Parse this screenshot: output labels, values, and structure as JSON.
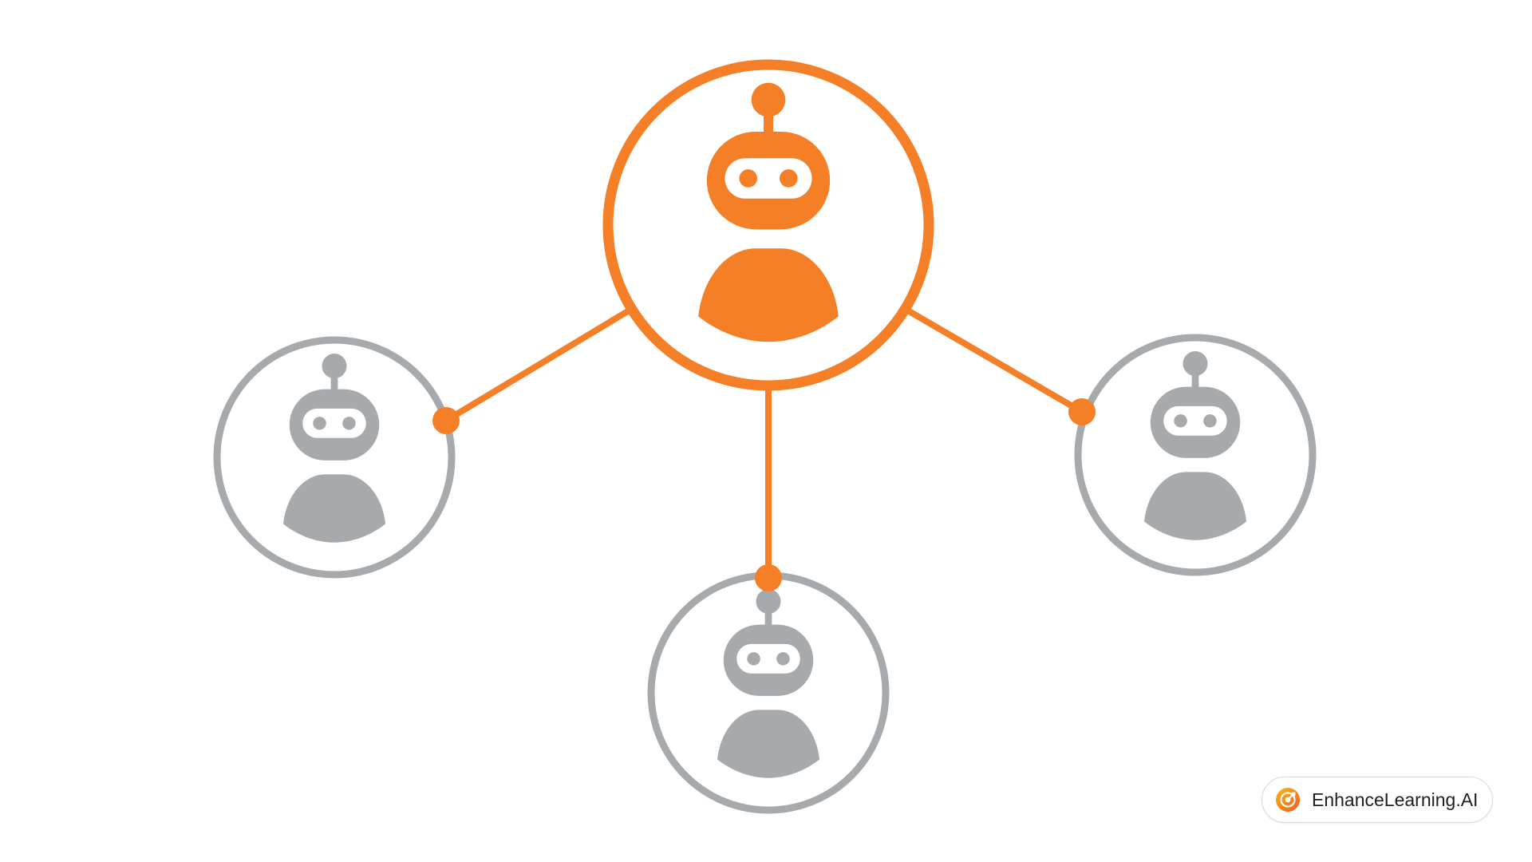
{
  "diagram": {
    "type": "hub-and-spoke",
    "colors": {
      "accent": "#F47F26",
      "inactive": "#A7AAAD",
      "background": "#FFFFFF"
    },
    "hub": {
      "id": "hub",
      "icon": "robot-icon",
      "state": "active"
    },
    "nodes": [
      {
        "id": "left",
        "icon": "robot-icon",
        "state": "inactive"
      },
      {
        "id": "bottom",
        "icon": "robot-icon",
        "state": "inactive"
      },
      {
        "id": "right",
        "icon": "robot-icon",
        "state": "inactive"
      }
    ],
    "edges": [
      {
        "from": "hub",
        "to": "left"
      },
      {
        "from": "hub",
        "to": "bottom"
      },
      {
        "from": "hub",
        "to": "right"
      }
    ]
  },
  "brand": {
    "name": "EnhanceLearning.AI",
    "icon": "target-logo-icon"
  }
}
